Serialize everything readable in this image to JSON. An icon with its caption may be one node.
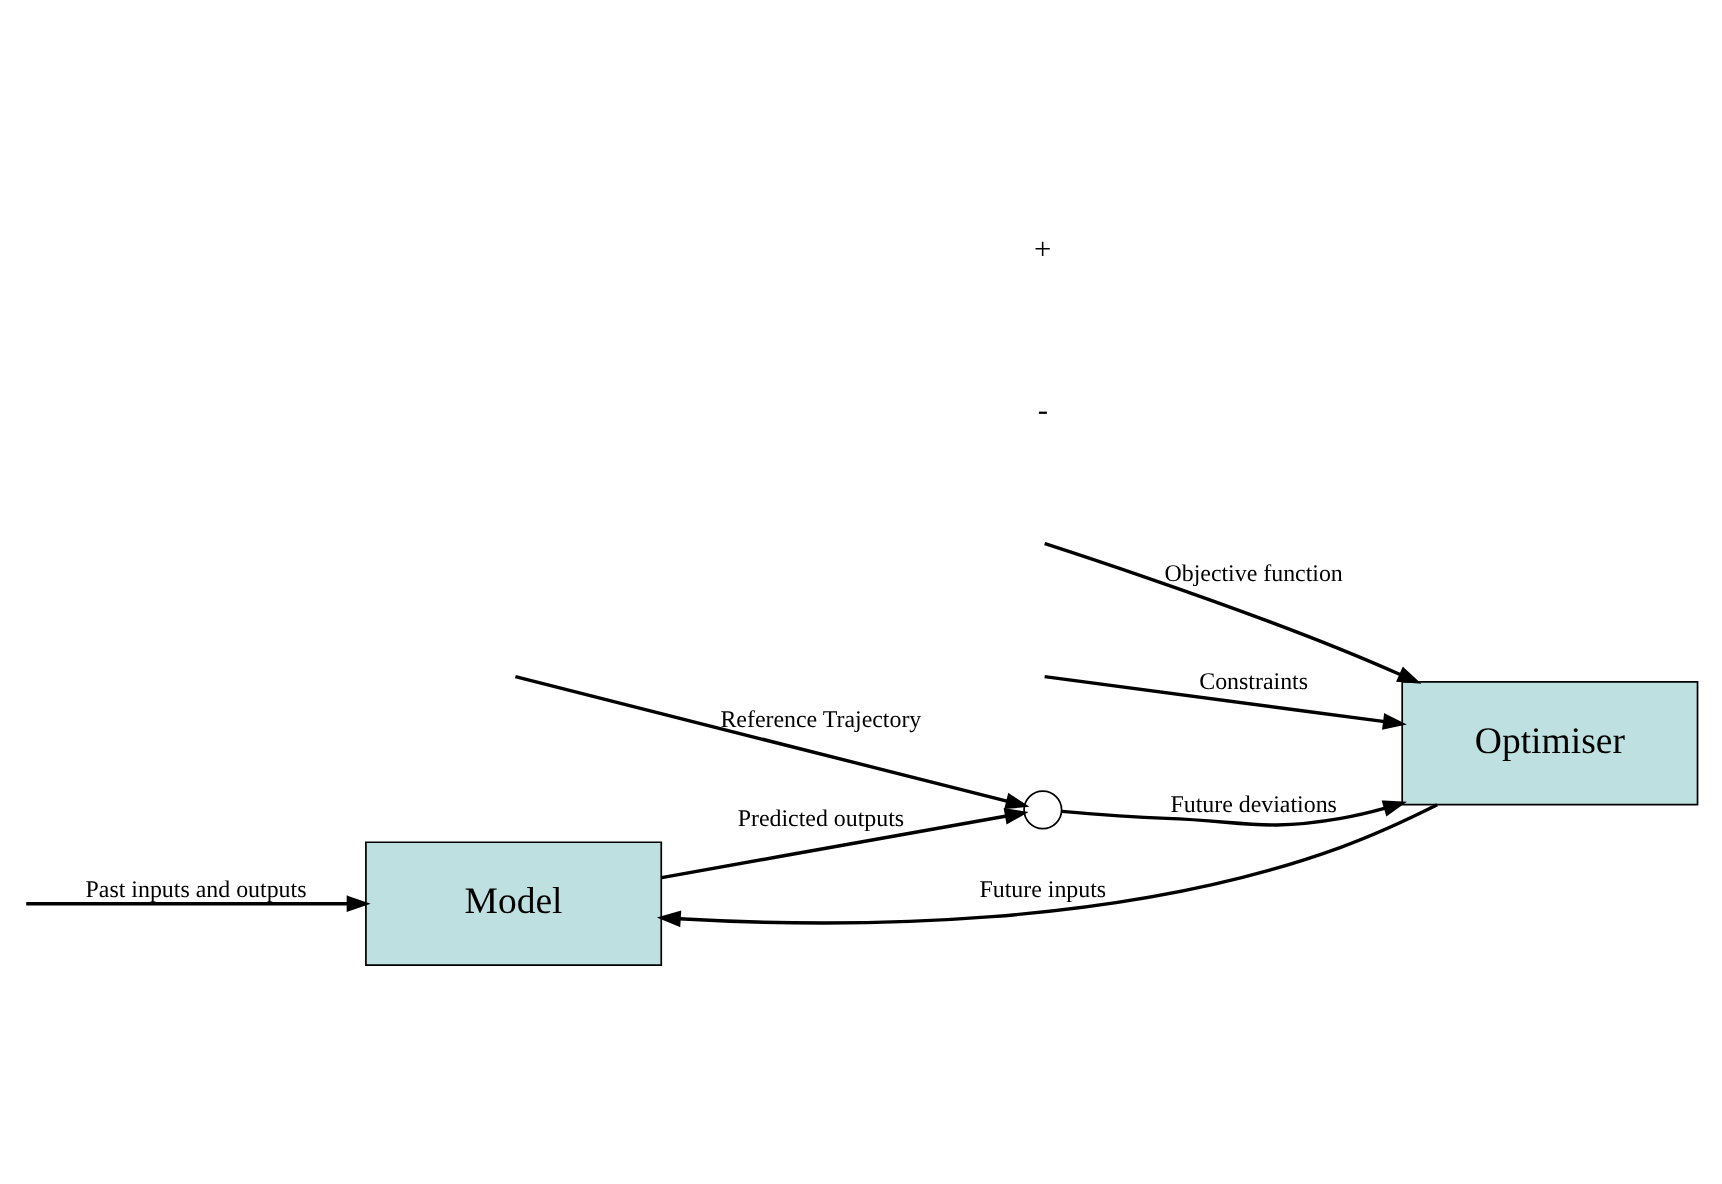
{
  "diagram": {
    "nodes": [
      {
        "text": [
          "Model"
        ]
      },
      {
        "text": [
          "Optimiser"
        ]
      },
      {
        "text": [],
        "shape": "circle"
      }
    ],
    "edges": [
      {
        "from": null,
        "to": 0,
        "arrow": "to",
        "label": "Past inputs and outputs"
      },
      {
        "from": 1,
        "to": 0,
        "arrow": "to",
        "label": "Future inputs"
      },
      {
        "from": 0,
        "to": 2,
        "arrow": "to",
        "label": "Predicted outputs"
      },
      {
        "from": null,
        "to": 2,
        "arrow": "to",
        "label": "Reference Trajectory"
      },
      {
        "from": 2,
        "to": 1,
        "arrow": "to",
        "label": "Future deviations"
      },
      {
        "from": null,
        "to": 1,
        "arrow": "to",
        "label": "Objective function"
      },
      {
        "from": null,
        "to": 1,
        "arrow": "to",
        "label": "Constraints"
      }
    ],
    "labels": [
      "-",
      "+"
    ]
  }
}
